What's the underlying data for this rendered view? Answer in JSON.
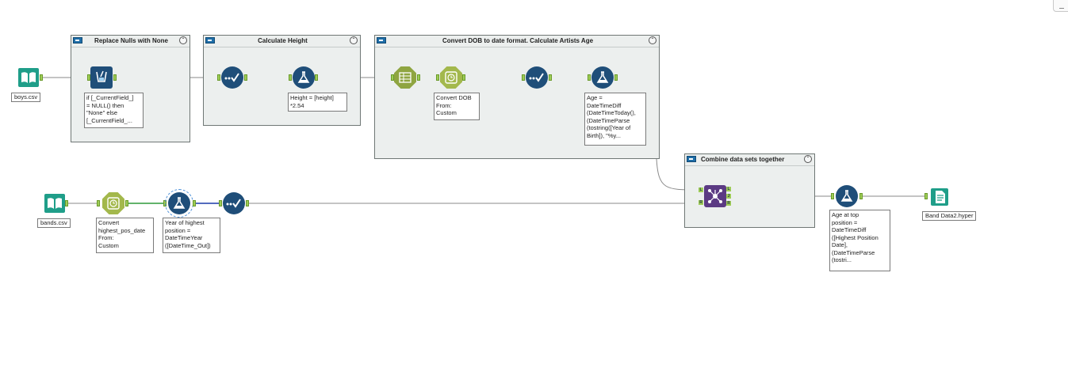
{
  "containers": {
    "replace_nulls": {
      "title": "Replace Nulls with None",
      "collapse": "⌃"
    },
    "calc_height": {
      "title": "Calculate Height",
      "collapse": "⌃"
    },
    "convert_dob": {
      "title": "Convert DOB to date format. Calculate Artists Age",
      "collapse": "⌃"
    },
    "combine": {
      "title": "Combine data sets together",
      "collapse": "⌃"
    }
  },
  "tools": {
    "boys_input": {
      "label": "boys.csv",
      "icon": "book-input-icon"
    },
    "bands_input": {
      "label": "bands.csv",
      "icon": "book-input-icon"
    },
    "multi_field_formula": {
      "note": "if [_CurrentField_]\n= NULL() then\n\"None\" else\n[_CurrentField_..."
    },
    "height_formula": {
      "note": "Height = [height]\n*2.54"
    },
    "dob_datetime": {
      "note": "Convert DOB\nFrom:\nCustom"
    },
    "age_formula": {
      "note": "Age =\nDateTimeDiff\n(DateTimeToday(),\n(DateTimeParse\n(tostring([Year of\nBirth]), \"%y..."
    },
    "pos_datetime": {
      "note": "Convert\nhighest_pos_date\nFrom:\nCustom"
    },
    "year_formula": {
      "note": "Year of highest\nposition =\nDateTimeYear\n([DateTime_Out])"
    },
    "age_top_formula": {
      "note": "Age at top\nposition =\nDateTimeDiff\n([Highest Position\nDate],\n(DateTimeParse\n(tostri..."
    },
    "output": {
      "label": "Band Data2.hyper",
      "icon": "output-file-icon"
    }
  },
  "join_anchors": {
    "left": "L",
    "join": "J",
    "right": "R",
    "l_in": "L",
    "r_in": "R"
  },
  "colors": {
    "accent_green": "#9fcd57",
    "tool_blue": "#1f4e79",
    "join_purple": "#5b3a83",
    "teal": "#1f9e89"
  }
}
